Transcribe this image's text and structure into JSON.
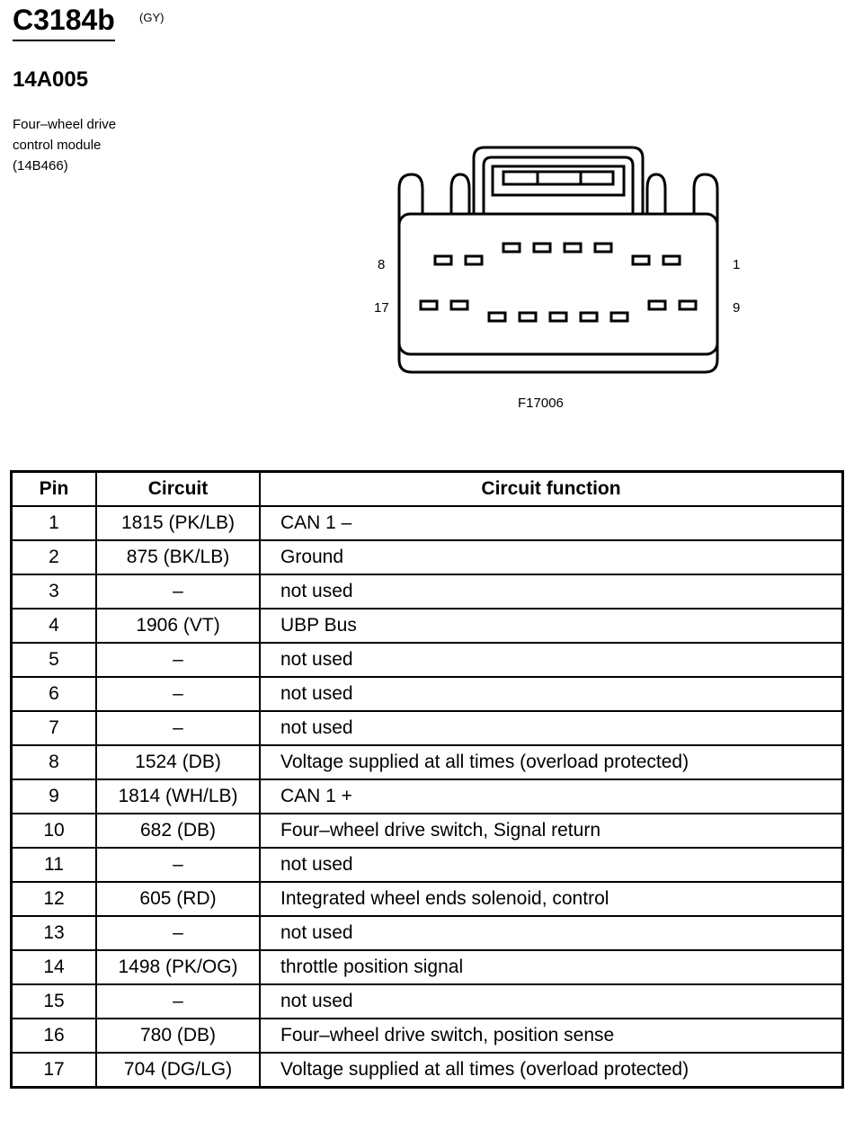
{
  "header": {
    "connector_id": "C3184b",
    "color_code": "(GY)",
    "part_number": "14A005",
    "description_lines": [
      "Four–wheel drive",
      "control module",
      "(14B466)"
    ]
  },
  "diagram": {
    "figure_label": "F17006",
    "pin_labels": {
      "top_left": "8",
      "top_right": "1",
      "bottom_left": "17",
      "bottom_right": "9"
    }
  },
  "table": {
    "headers": [
      "Pin",
      "Circuit",
      "Circuit function"
    ],
    "rows": [
      {
        "pin": "1",
        "circuit": "1815 (PK/LB)",
        "function": "CAN 1 –"
      },
      {
        "pin": "2",
        "circuit": "875 (BK/LB)",
        "function": "Ground"
      },
      {
        "pin": "3",
        "circuit": "–",
        "function": "not used"
      },
      {
        "pin": "4",
        "circuit": "1906 (VT)",
        "function": "UBP Bus"
      },
      {
        "pin": "5",
        "circuit": "–",
        "function": "not used"
      },
      {
        "pin": "6",
        "circuit": "–",
        "function": "not used"
      },
      {
        "pin": "7",
        "circuit": "–",
        "function": "not used"
      },
      {
        "pin": "8",
        "circuit": "1524 (DB)",
        "function": "Voltage supplied at all times (overload protected)"
      },
      {
        "pin": "9",
        "circuit": "1814 (WH/LB)",
        "function": "CAN 1 +"
      },
      {
        "pin": "10",
        "circuit": "682 (DB)",
        "function": "Four–wheel drive switch, Signal return"
      },
      {
        "pin": "11",
        "circuit": "–",
        "function": "not used"
      },
      {
        "pin": "12",
        "circuit": "605 (RD)",
        "function": "Integrated wheel ends solenoid, control"
      },
      {
        "pin": "13",
        "circuit": "–",
        "function": "not used"
      },
      {
        "pin": "14",
        "circuit": "1498 (PK/OG)",
        "function": "throttle position signal"
      },
      {
        "pin": "15",
        "circuit": "–",
        "function": "not used"
      },
      {
        "pin": "16",
        "circuit": "780 (DB)",
        "function": "Four–wheel drive switch, position sense"
      },
      {
        "pin": "17",
        "circuit": "704 (DG/LG)",
        "function": "Voltage supplied at all times (overload protected)"
      }
    ]
  }
}
